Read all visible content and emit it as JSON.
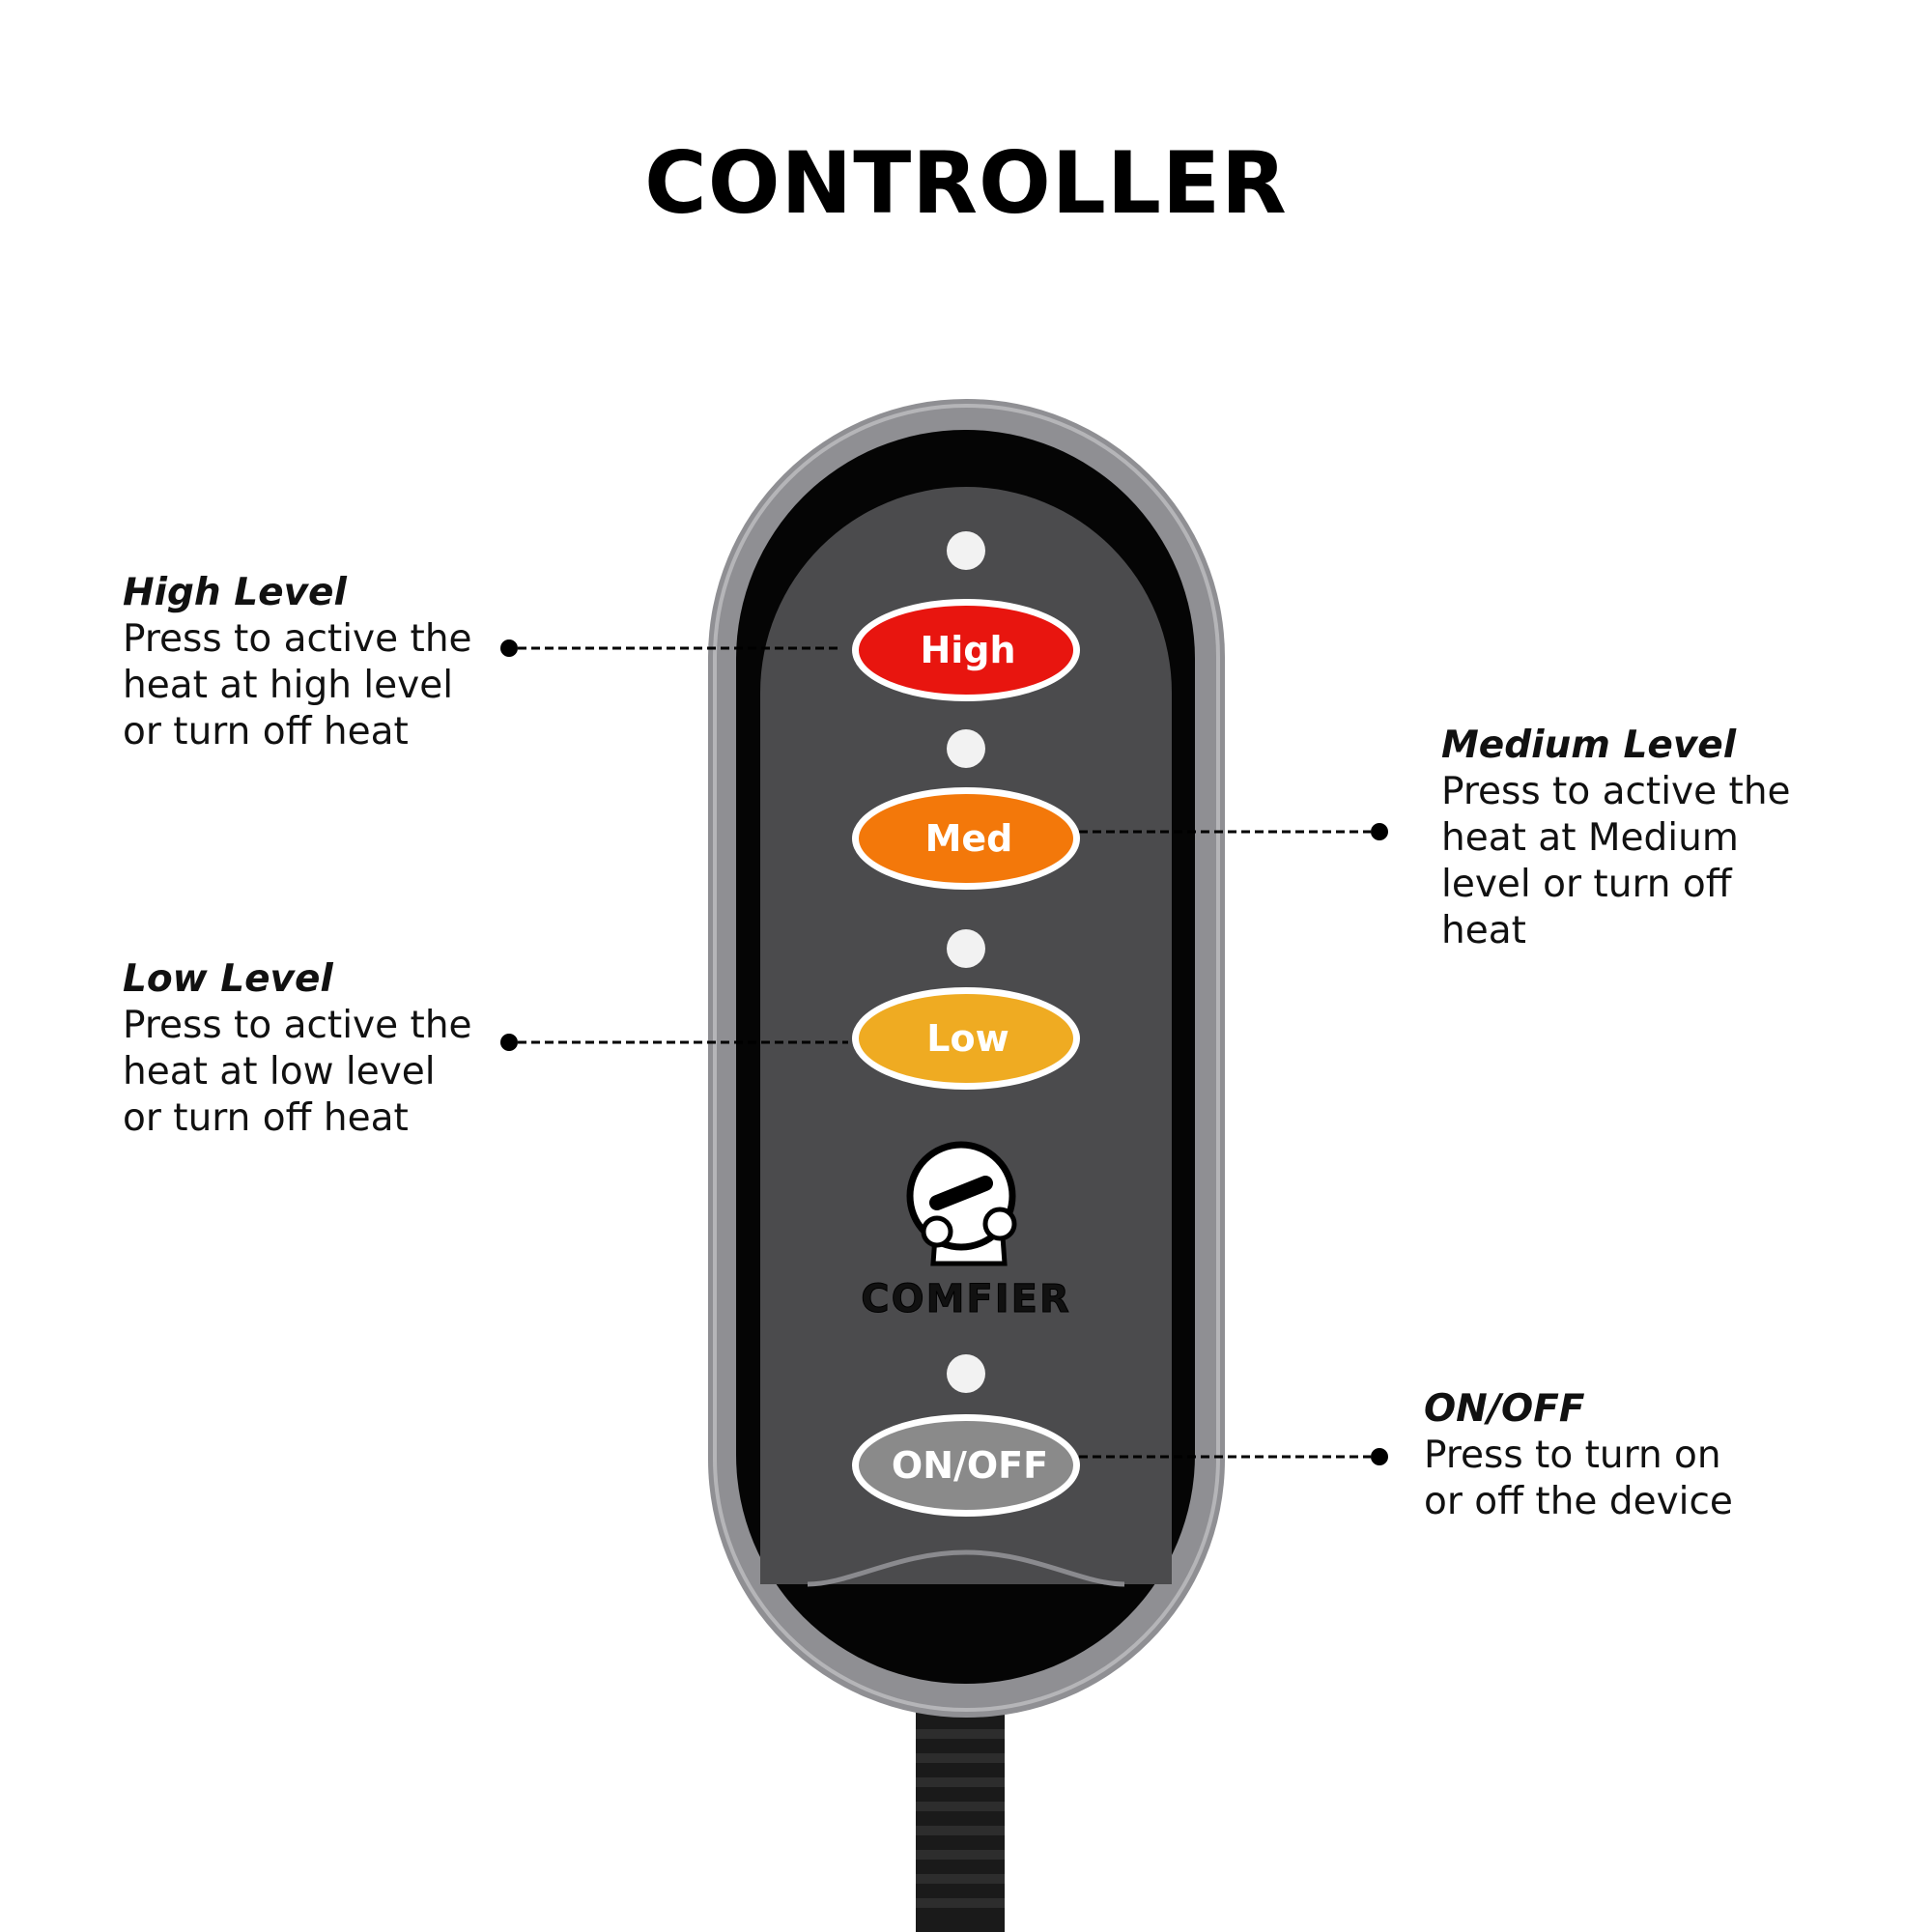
{
  "title": "CONTROLLER",
  "buttons": {
    "high": {
      "label": "High",
      "color": "#e8150f"
    },
    "med": {
      "label": "Med",
      "color": "#f3780a"
    },
    "low": {
      "label": "Low",
      "color": "#efab22"
    },
    "onoff": {
      "label": "ON/OFF",
      "color": "#8a8a8a"
    }
  },
  "brand": {
    "name": "COMFIER"
  },
  "callouts": {
    "high": {
      "heading": "High Level",
      "desc": "Press to active the\nheat at high level\nor turn off heat"
    },
    "med": {
      "heading": "Medium Level",
      "desc": "Press to active the\nheat at Medium\nlevel or turn off\nheat"
    },
    "low": {
      "heading": "Low Level",
      "desc": "Press to active the\nheat at low level\nor turn off heat"
    },
    "onoff": {
      "heading": "ON/OFF",
      "desc": "Press to turn on\nor off the device"
    }
  },
  "colors": {
    "shell": "#8f8f93",
    "bezel": "#050505",
    "panel": "#4b4b4d",
    "indicator": "#f2f2f2"
  },
  "icons": [
    "mascot-icon",
    "indicator-light-icon",
    "cable-icon"
  ]
}
